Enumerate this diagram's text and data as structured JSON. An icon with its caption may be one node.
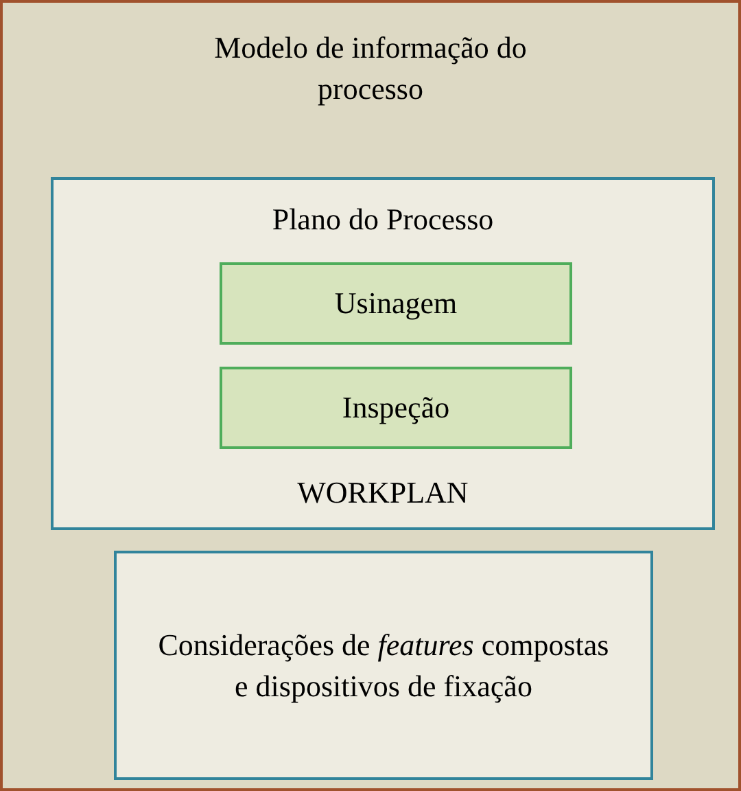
{
  "diagram": {
    "nodes": [
      {
        "text": [
          "Modelo de informação do processo"
        ]
      },
      {
        "text": [
          "Plano do Processo",
          "WORKPLAN"
        ],
        "in": 0
      },
      {
        "text": [
          "Usinagem"
        ],
        "in": 1
      },
      {
        "text": [
          "Inspeção"
        ],
        "in": 1
      },
      {
        "text": [
          "Considerações de *features* compostas e dispositivos de fixação"
        ],
        "in": 0
      }
    ]
  }
}
